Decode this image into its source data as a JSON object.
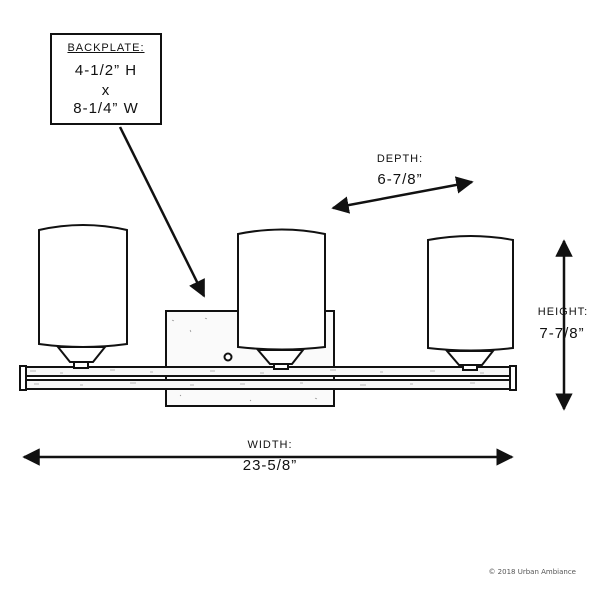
{
  "backplate": {
    "title": "BACKPLATE:",
    "height": "4-1/2” H",
    "separator": "x",
    "width": "8-1/4” W"
  },
  "depth": {
    "label": "DEPTH:",
    "value": "6-7/8”"
  },
  "height": {
    "label": "HEIGHT:",
    "value": "7-7/8”"
  },
  "width": {
    "label": "WIDTH:",
    "value": "23-5/8”"
  },
  "copyright": "© 2018 Urban Ambiance",
  "colors": {
    "line": "#111111",
    "background": "#ffffff",
    "copyright": "#555555"
  },
  "icons": [
    "arrow-icon",
    "light-fixture-drawing"
  ]
}
